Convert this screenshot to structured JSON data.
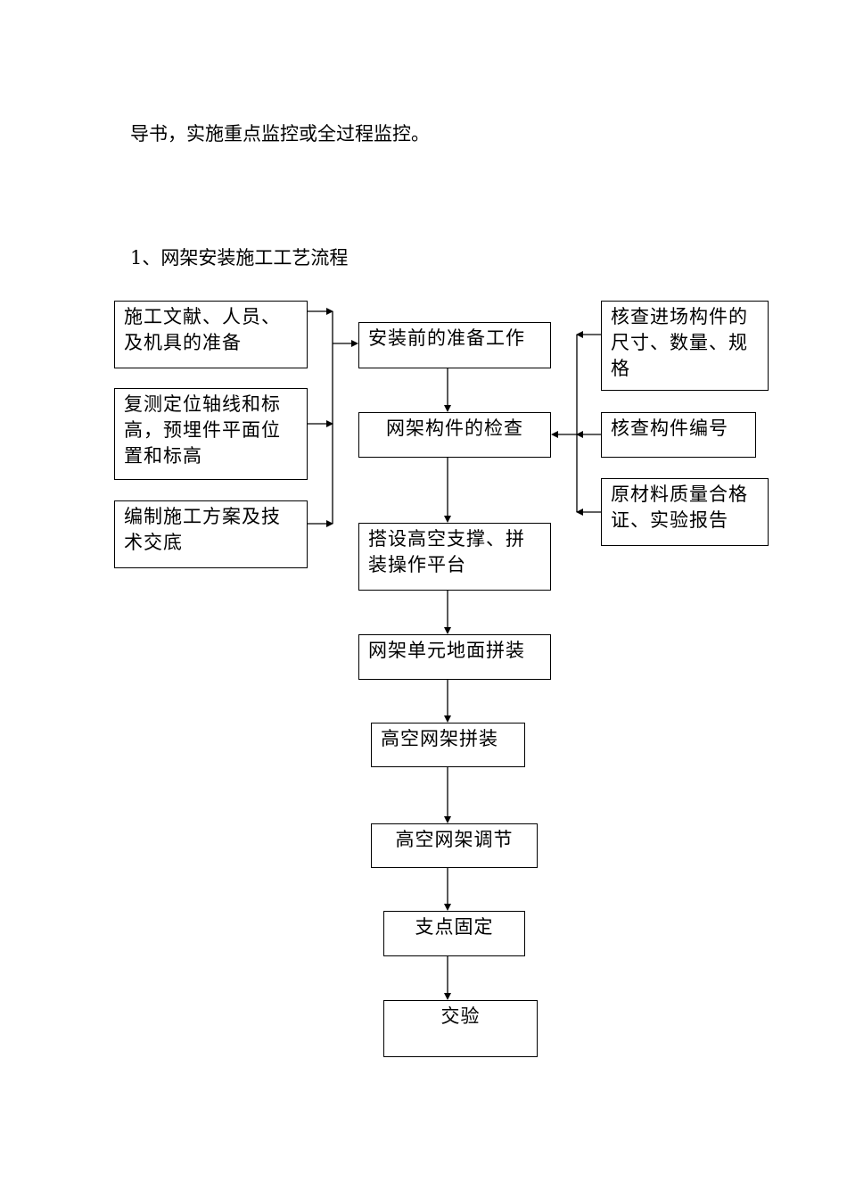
{
  "page": {
    "intro_line": "导书，实施重点监控或全过程监控。",
    "section_heading": "1、网架安装施工工艺流程"
  },
  "flowchart": {
    "left_inputs": [
      "施工文献、人员、及机具的准备",
      "复测定位轴线和标高，预埋件平面位置和标高",
      "编制施工方案及技术交底"
    ],
    "right_inputs": [
      "核查进场构件的尺寸、数量、规格",
      "核查构件编号",
      "原材料质量合格证、实验报告"
    ],
    "main_steps": [
      "安装前的准备工作",
      "网架构件的检查",
      "搭设高空支撑、拼装操作平台",
      "网架单元地面拼装",
      "高空网架拼装",
      "高空网架调节",
      "支点固定",
      "交验"
    ]
  }
}
